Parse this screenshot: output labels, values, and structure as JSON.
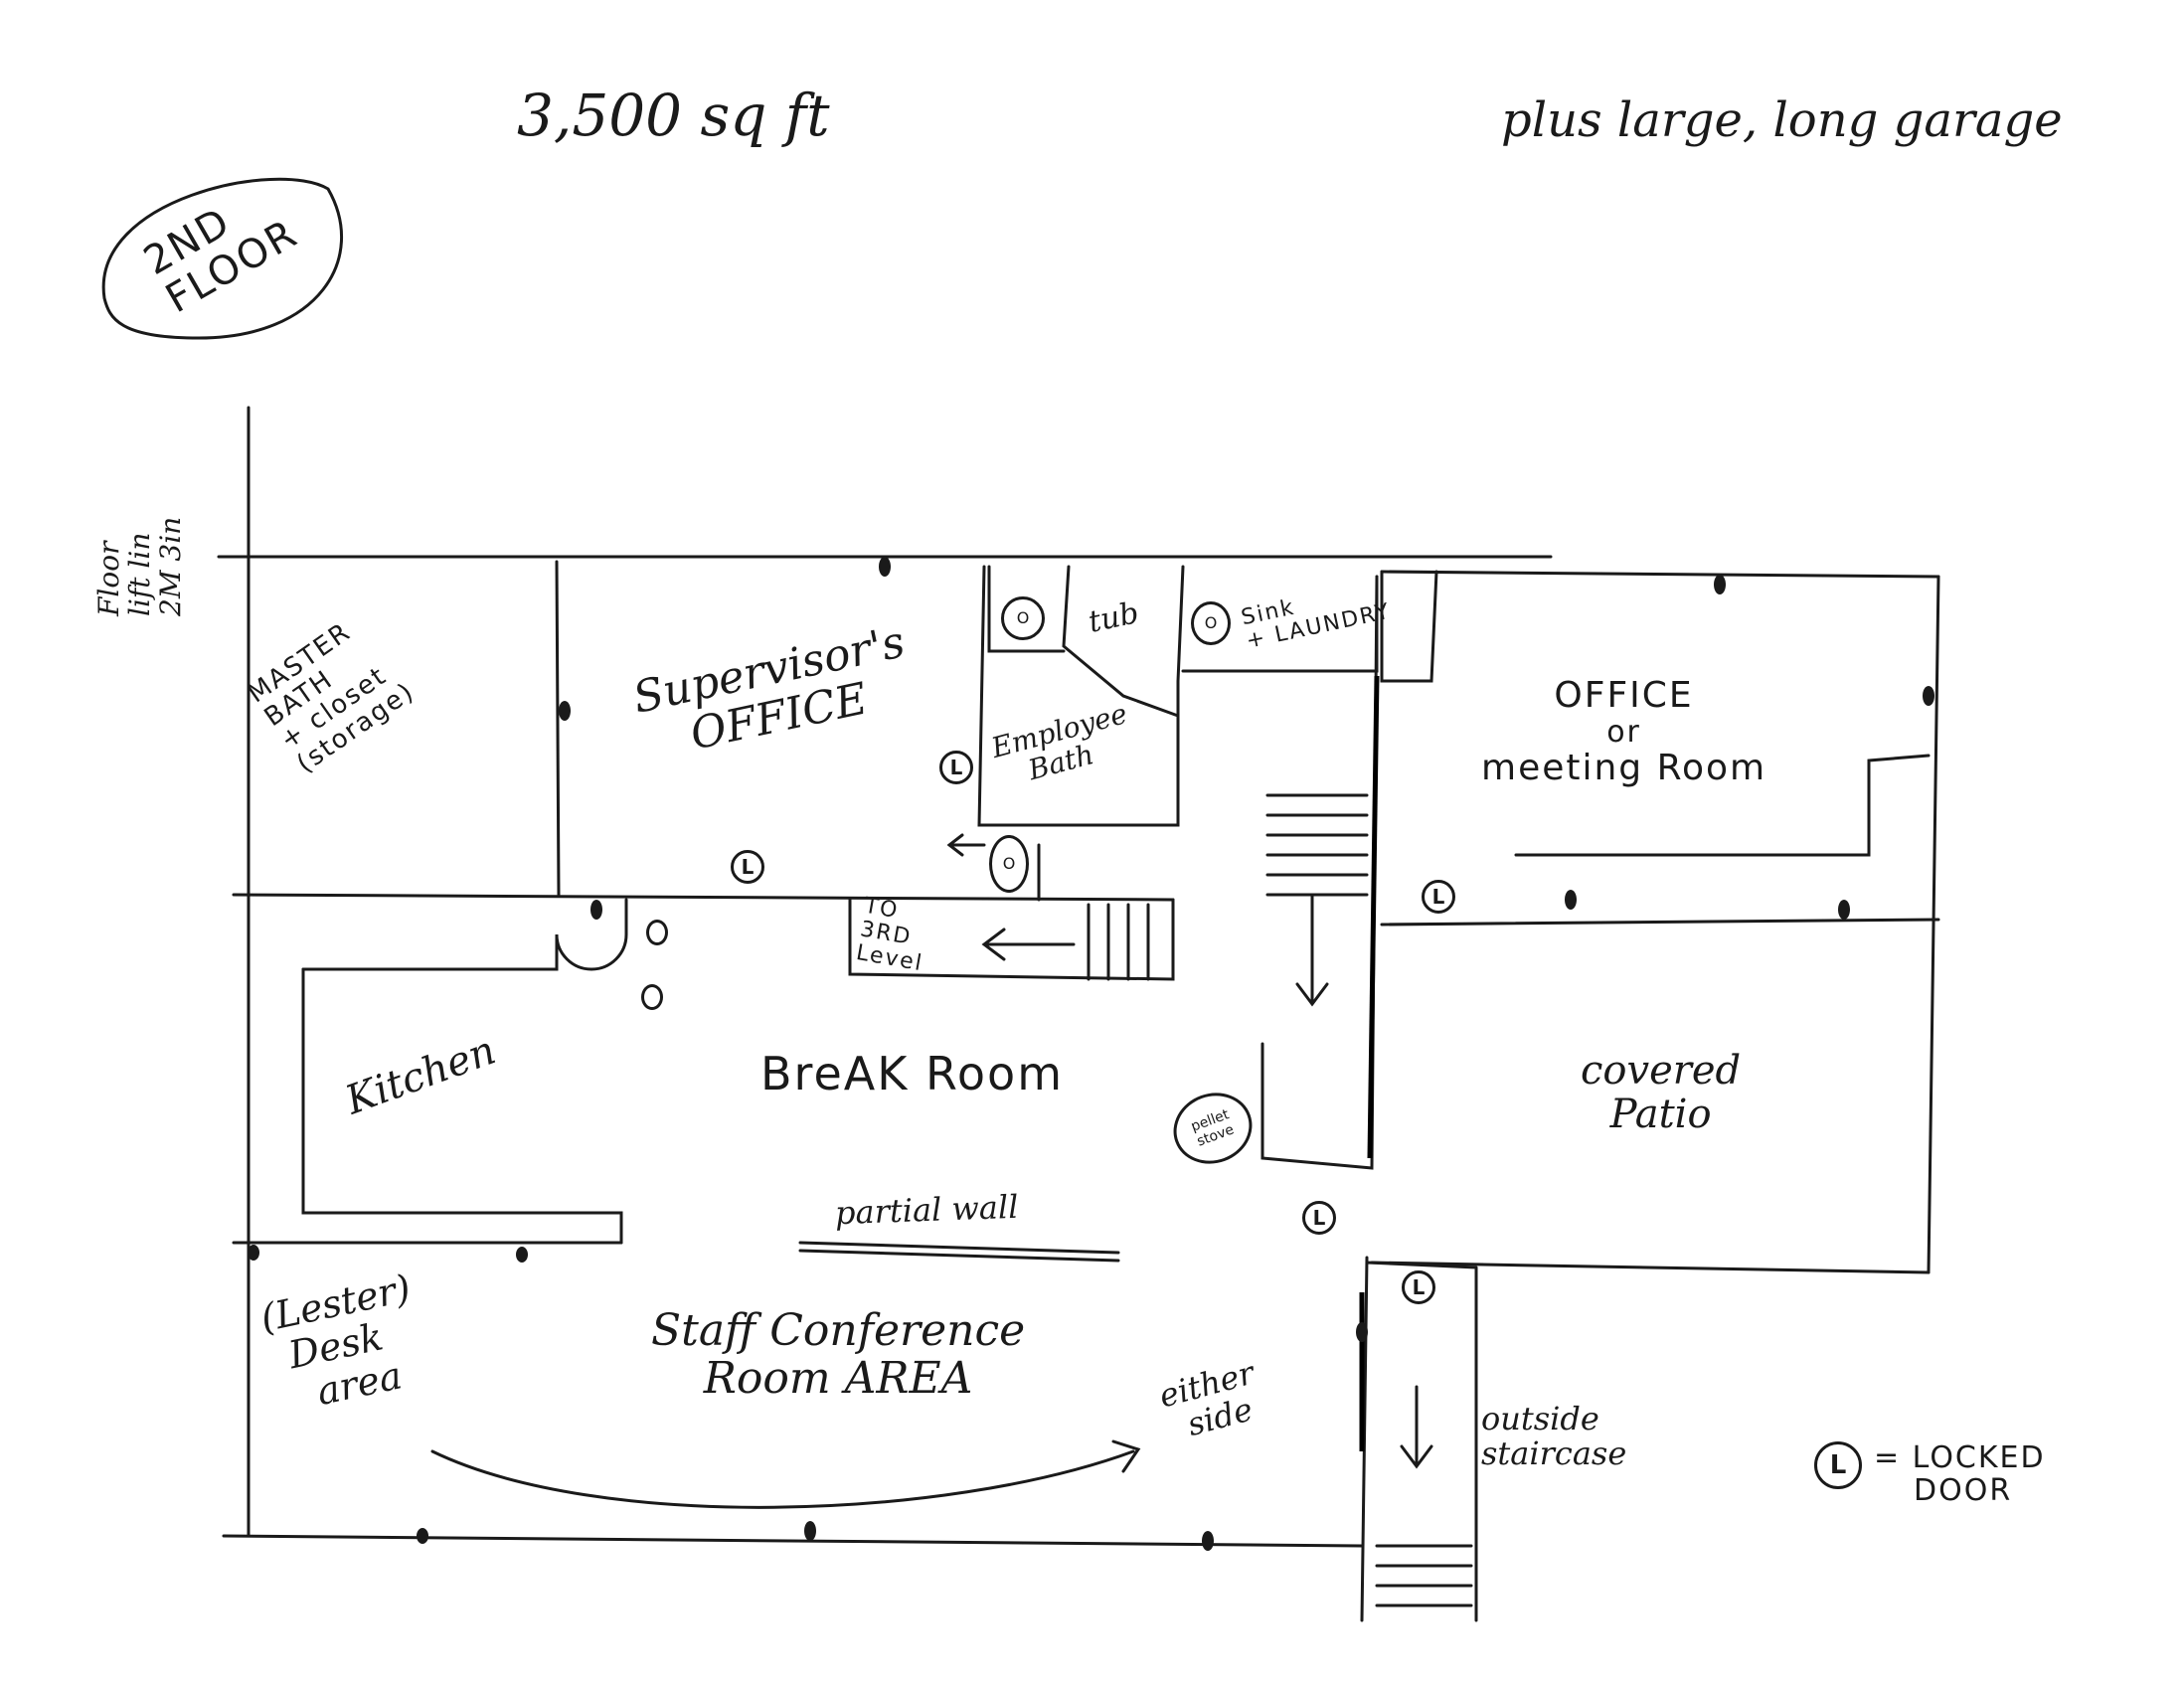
{
  "title": "3,500 sq ft",
  "note": "plus large, long garage",
  "floor_badge": {
    "line1": "2ND",
    "line2": "FLOOR"
  },
  "floor_lift": {
    "line1": "Floor",
    "line2": "lift lin",
    "line3": "2M 3in"
  },
  "rooms": {
    "master_bath": [
      "MASTER",
      "BATH",
      "+ closet",
      "(storage)"
    ],
    "supervisor": [
      "Supervisor's",
      "OFFICE"
    ],
    "tub": "tub",
    "employee_bath": [
      "Employee",
      "Bath"
    ],
    "sink_laundry": [
      "Sink",
      "+ LAUNDRY"
    ],
    "office": [
      "OFFICE",
      "or",
      "meeting Room"
    ],
    "to_3rd": [
      "TO",
      "3RD",
      "Level"
    ],
    "kitchen": "Kitchen",
    "break_room": "BreAK Room",
    "pellet_stove": [
      "pellet",
      "stove"
    ],
    "partial_wall": "partial wall",
    "covered_patio": [
      "covered",
      "Patio"
    ],
    "desk_area": [
      "(Lester)",
      "Desk",
      "area"
    ],
    "staff_conf": [
      "Staff Conference",
      "Room AREA"
    ],
    "either_side": [
      "either",
      "side"
    ],
    "outside_staircase": [
      "outside",
      "staircase"
    ]
  },
  "legend": {
    "symbol": "L",
    "text": "= LOCKED",
    "text2": "DOOR"
  },
  "lock_symbol": "L",
  "fixture_symbol": "O"
}
